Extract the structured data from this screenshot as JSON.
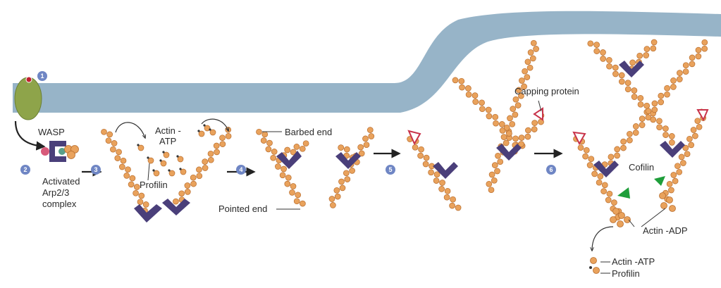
{
  "labels": {
    "wasp": "WASP",
    "activated_line1": "Activated",
    "activated_line2": "Arp2/3",
    "activated_line3": "complex",
    "actin_atp_line1": "Actin -",
    "actin_atp_line2": "ATP",
    "profilin": "Profilin",
    "barbed_end": "Barbed end",
    "pointed_end": "Pointed end",
    "capping_protein": "Capping protein",
    "cofilin": "Cofilin",
    "actin_adp": "Actin -ADP",
    "actin_atp_bottom": "Actin -ATP",
    "profilin_bottom": "Profilin"
  },
  "steps": [
    "1",
    "2",
    "3",
    "4",
    "5",
    "6"
  ],
  "colors": {
    "membrane": "#97b4c8",
    "actin": "#e9a25c",
    "actin_stroke": "#b86d2e",
    "arp": "#4a3f7a",
    "receptor": "#8ea44a",
    "step_badge": "#6f86c4",
    "cofilin": "#1e9e3a",
    "capping": "#c8334a"
  }
}
